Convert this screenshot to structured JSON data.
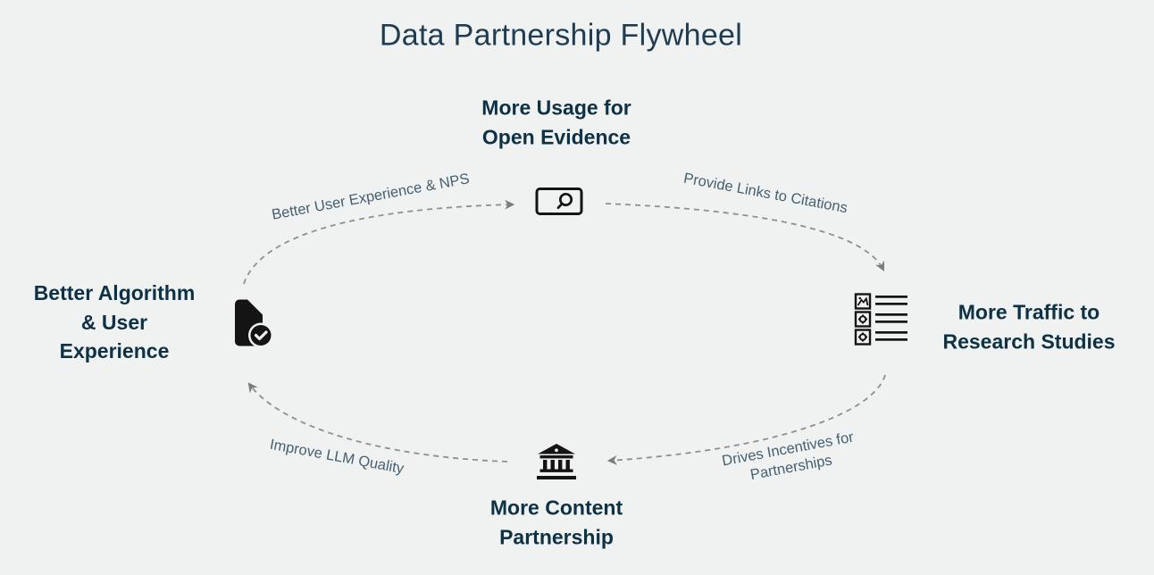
{
  "title": "Data Partnership Flywheel",
  "colors": {
    "bg": "#f0f1f1",
    "title": "#1e3c52",
    "node": "#0d3145",
    "edgeText": "#456070",
    "dash": "#8f8f8f",
    "arrowhead": "#7b7b7b",
    "icon": "#141414"
  },
  "nodes": {
    "top": {
      "lines": [
        "More Usage for",
        "Open Evidence"
      ],
      "icon": "search-icon"
    },
    "right": {
      "lines": [
        "More Traffic to",
        "Research Studies"
      ],
      "icon": "research-list-icon"
    },
    "bottom": {
      "lines": [
        "More Content",
        "Partnership"
      ],
      "icon": "bank-icon"
    },
    "left": {
      "lines": [
        "Better Algorithm",
        "& User",
        "Experience"
      ],
      "icon": "file-check-icon"
    }
  },
  "edges": {
    "left_to_top": {
      "label": "Better User Experience & NPS"
    },
    "top_to_right": {
      "label": "Provide Links to Citations"
    },
    "right_to_bottom": {
      "lines": [
        "Drives Incentives for",
        "Partnerships"
      ]
    },
    "bottom_to_left": {
      "label": "Improve LLM Quality"
    }
  }
}
